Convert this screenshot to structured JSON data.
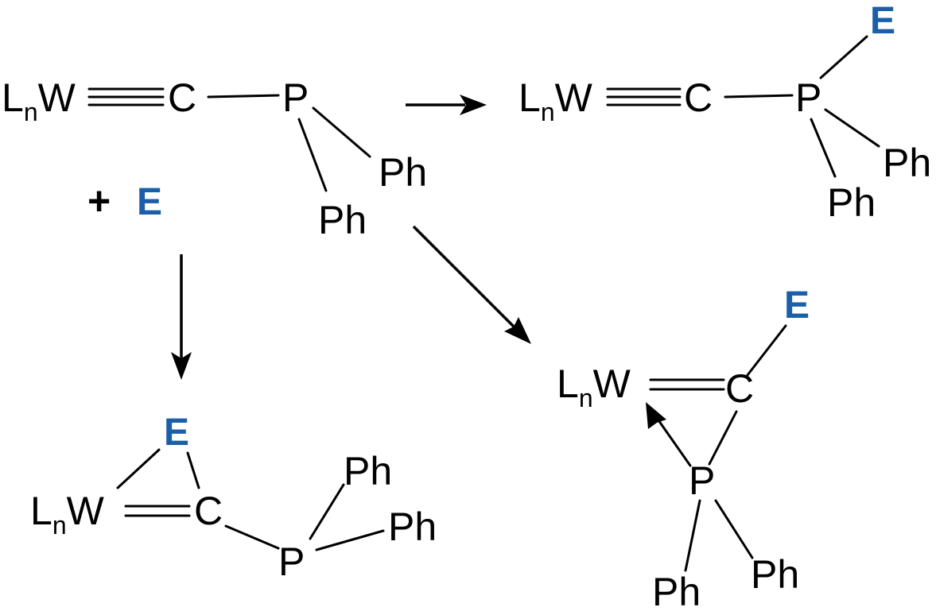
{
  "colors": {
    "electrophile": "#1a5fa8",
    "ink": "#000000"
  },
  "reactant": {
    "metal_fragment": {
      "ligand": "L",
      "subscript": "n",
      "metal": "W"
    },
    "carbon": "C",
    "phosphorus": "P",
    "substituent_1": "Ph",
    "substituent_2": "Ph"
  },
  "reagent": {
    "plus_sign": "+",
    "electrophile": "E"
  },
  "product_p_adduct": {
    "metal_fragment": {
      "ligand": "L",
      "subscript": "n",
      "metal": "W"
    },
    "carbon": "C",
    "phosphorus": "P",
    "electrophile": "E",
    "substituent_1": "Ph",
    "substituent_2": "Ph"
  },
  "product_metallacycle": {
    "metal_fragment": {
      "ligand": "L",
      "subscript": "n",
      "metal": "W"
    },
    "carbon": "C",
    "electrophile": "E",
    "phosphorus": "P",
    "substituent_1": "Ph",
    "substituent_2": "Ph"
  },
  "product_carbene_phosphine": {
    "metal_fragment": {
      "ligand": "L",
      "subscript": "n",
      "metal": "W"
    },
    "carbon": "C",
    "electrophile": "E",
    "phosphorus": "P",
    "substituent_1": "Ph",
    "substituent_2": "Ph"
  }
}
